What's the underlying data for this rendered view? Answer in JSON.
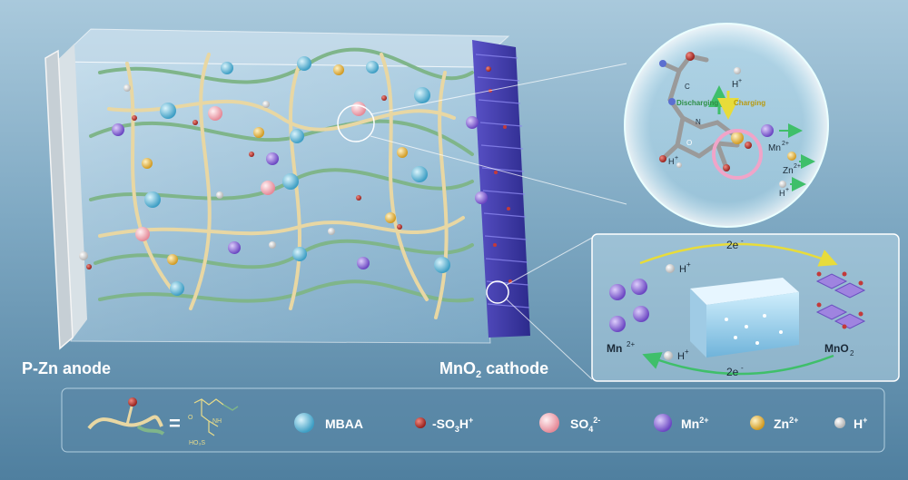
{
  "labels": {
    "anode": "P-Zn anode",
    "cathode_main": "MnO",
    "cathode_sub": "2",
    "cathode_rest": " cathode"
  },
  "molecule": {
    "h_plus_top": "H",
    "discharging": "Discharging",
    "charging": "Charging",
    "mn": "Mn",
    "zn": "Zn",
    "h_small": "H",
    "h_side": "H",
    "atom_c": "C",
    "atom_n": "N",
    "atom_o": "O"
  },
  "reaction": {
    "top_electrons": "2e",
    "bottom_electrons": "2e",
    "h_top": "H",
    "h_bottom": "H",
    "mn_label": "Mn",
    "mn_charge": "2+",
    "mno2_main": "MnO",
    "mno2_sub": "2"
  },
  "legend": {
    "equals": "=",
    "chem_o": "O",
    "chem_nh": "NH",
    "chem_hso3": "HO₃S",
    "mbaa": "MBAA",
    "so3h": "-SO",
    "so3h_sub": "3",
    "so3h_rest": "H",
    "so4": "SO",
    "so4_sub": "4",
    "so4_sup": "2-",
    "mn": "Mn",
    "mn_sup": "2+",
    "zn": "Zn",
    "zn_sup": "2+",
    "h": "H",
    "h_sup": "+"
  },
  "colors": {
    "mbaa": "#5ab6d6",
    "so3h": "#b8322c",
    "so4": "#f2a9b4",
    "mn": "#8f6fd6",
    "zn": "#e8b94a",
    "h": "#ededed",
    "green_chain": "#7fb58a",
    "yellow_chain": "#e8d7a3"
  }
}
